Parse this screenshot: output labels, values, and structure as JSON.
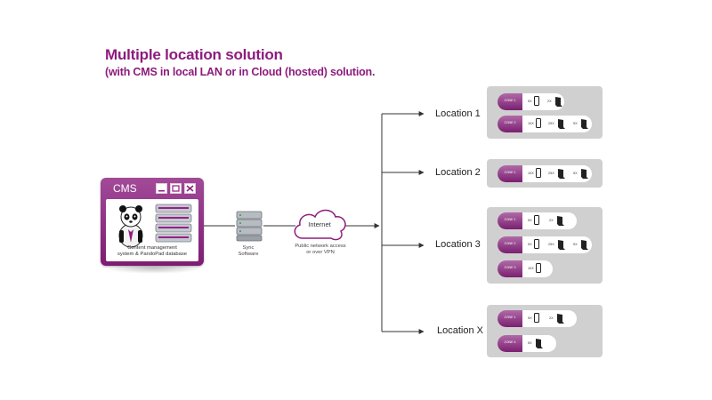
{
  "header": {
    "title": "Multiple location solution",
    "subtitle": "(with CMS in local LAN or in Cloud (hosted) solution."
  },
  "cms": {
    "title": "CMS",
    "caption_line1": "Content management",
    "caption_line2": "system & PandoPad database"
  },
  "sync": {
    "line1": "Sync",
    "line2": "Software"
  },
  "internet": {
    "label": "Internet",
    "caption_line1": "Public network access",
    "caption_line2": "or over VPN"
  },
  "locations": [
    {
      "label": "Location 1",
      "zones": [
        {
          "name": "ZONE 1",
          "devices": [
            {
              "count": "5X",
              "type": "phone"
            },
            {
              "count": "2X",
              "type": "stand"
            }
          ]
        },
        {
          "name": "ZONE 2",
          "devices": [
            {
              "count": "10X",
              "type": "phone"
            },
            {
              "count": "25X",
              "type": "stand"
            },
            {
              "count": "5X",
              "type": "stand"
            }
          ]
        }
      ]
    },
    {
      "label": "Location 2",
      "zones": [
        {
          "name": "ZONE 1",
          "devices": [
            {
              "count": "10X",
              "type": "phone"
            },
            {
              "count": "25X",
              "type": "stand"
            },
            {
              "count": "5X",
              "type": "stand"
            }
          ]
        }
      ]
    },
    {
      "label": "Location 3",
      "zones": [
        {
          "name": "ZONE 1",
          "devices": [
            {
              "count": "5X",
              "type": "phone"
            },
            {
              "count": "2X",
              "type": "stand"
            }
          ]
        },
        {
          "name": "ZONE 2",
          "devices": [
            {
              "count": "5X",
              "type": "phone"
            },
            {
              "count": "25X",
              "type": "stand"
            },
            {
              "count": "5X",
              "type": "stand"
            }
          ]
        },
        {
          "name": "ZONE 3",
          "devices": [
            {
              "count": "10X",
              "type": "phone"
            }
          ]
        }
      ]
    },
    {
      "label": "Location X",
      "zones": [
        {
          "name": "ZONE 1",
          "devices": [
            {
              "count": "5X",
              "type": "phone"
            },
            {
              "count": "2X",
              "type": "stand"
            }
          ]
        },
        {
          "name": "ZONE 4",
          "devices": [
            {
              "count": "5X",
              "type": "stand"
            }
          ]
        }
      ]
    }
  ],
  "colors": {
    "brand_purple": "#8e1b7e",
    "panel_grey": "#d0d0d0",
    "line": "#333333"
  },
  "icons": {
    "mascot": "panda-icon",
    "database": "database-icon",
    "server": "server-icon",
    "cloud": "cloud-icon",
    "phone": "phone-icon",
    "stand": "tablet-stand-icon"
  }
}
